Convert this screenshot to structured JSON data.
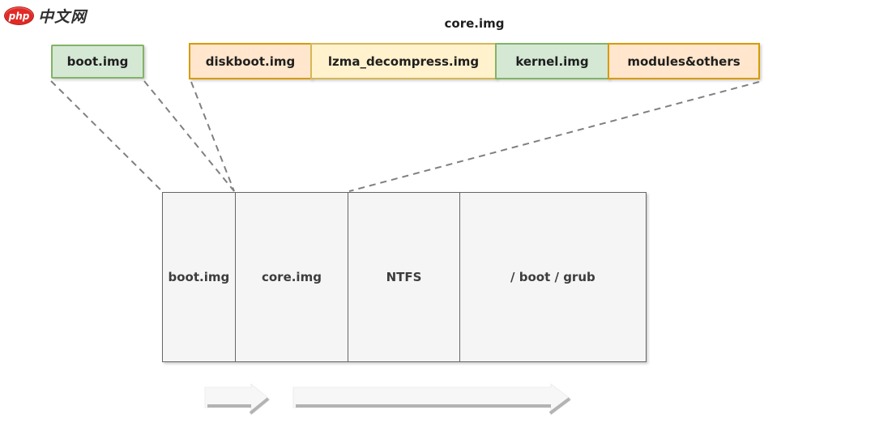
{
  "logo": {
    "badge_text": "php",
    "site_name": "中文网",
    "badge_color": "#e12a26",
    "text_color": "#2f2f2f"
  },
  "diagram": {
    "boot_img_box": {
      "label": "boot.img",
      "fill": "#d5e8d4",
      "border": "#82b366"
    },
    "core_img_bar": {
      "title": "core.img",
      "segments": [
        {
          "label": "diskboot.img",
          "fill": "#ffe6cc",
          "border": "#d79b00"
        },
        {
          "label": "lzma_decompress.img",
          "fill": "#fff2cc",
          "border": "#d6b656"
        },
        {
          "label": "kernel.img",
          "fill": "#d5e8d4",
          "border": "#82b366"
        },
        {
          "label": "modules&others",
          "fill": "#ffe6cc",
          "border": "#d79b00"
        }
      ]
    },
    "disk_layout": {
      "fill": "#f5f5f5",
      "border": "#666666",
      "segments": [
        {
          "label": "boot.img"
        },
        {
          "label": "core.img"
        },
        {
          "label": "NTFS"
        },
        {
          "label": "/ boot / grub"
        }
      ]
    },
    "connector_color": "#808080",
    "arrow_fill": "#f7f7f7",
    "arrow_shadow": "#b3b3b3"
  }
}
